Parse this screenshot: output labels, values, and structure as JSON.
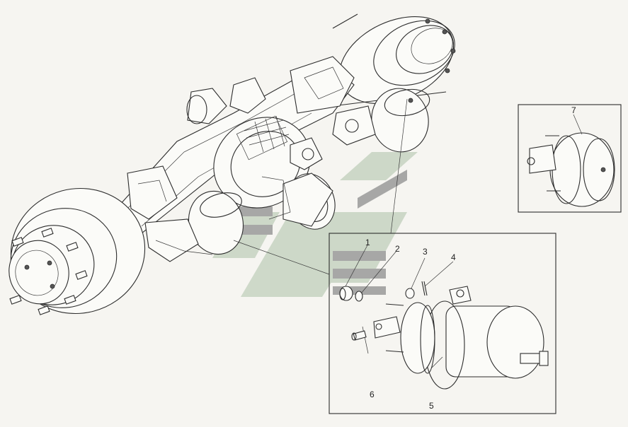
{
  "callouts": {
    "c1": "1",
    "c2": "2",
    "c3": "3",
    "c4": "4",
    "c5": "5",
    "c6": "6",
    "c7": "7"
  },
  "colors": {
    "background": "#f6f5f1",
    "line": "#2d2d2d",
    "watermark_gray": "#9a9a9a",
    "watermark_green": "#c7d4c2"
  },
  "watermark": {
    "shape": "logo-chevrons"
  }
}
